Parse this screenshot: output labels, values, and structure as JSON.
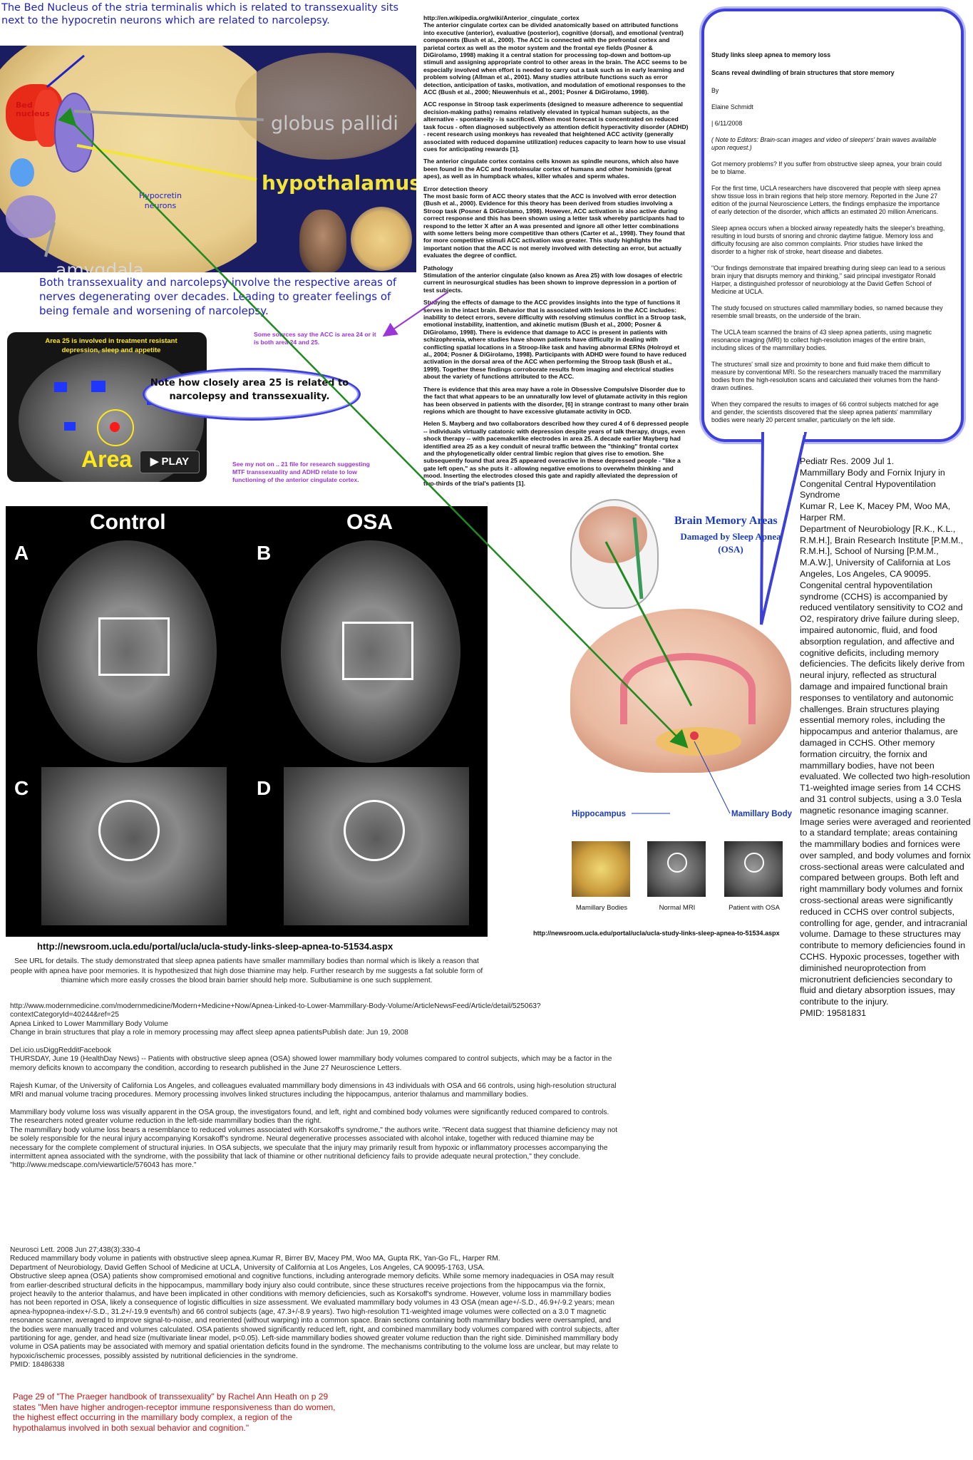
{
  "top_left": {
    "header_line1": "The Bed Nucleus of the stria terminalis which is related to transsexuality sits",
    "header_line2": "next to the hypocretin neurons which are related to narcolepsy.",
    "labels": {
      "bed_nucleus": "Bed nucleus",
      "globus_pallidus": "globus pallidi",
      "hypothalamus": "hypothalamus",
      "hypocretin": "Hypocretin neurons",
      "amygdala": "amygdala"
    },
    "caption": "Both transsexuality and narcolepsy involve the respective areas of nerves degenerating over decades. Leading to greater feelings of being female and worsening of narcolepsy."
  },
  "area25": {
    "title": "Area 25 is involved in treatment resistant depression, sleep and appetite",
    "overlay_text": "Area",
    "play_label": "PLAY",
    "bubble": "Note how closely area 25 is related to narcolepsy and transsexuality.",
    "purple_note1": "Some sources say the ACC is area 24 or it is both area 24 and 25.",
    "purple_note2": "See my not on .. 21 file for research suggesting MTF transsexuality and ADHD relate to low functioning of the anterior cingulate cortex."
  },
  "wiki": {
    "url": "http://en.wikipedia.org/wiki/Anterior_cingulate_cortex",
    "paragraphs": [
      "The anterior cingulate cortex can be divided anatomically based on attributed functions into executive (anterior), evaluative (posterior), cognitive (dorsal), and emotional (ventral) components (Bush et al., 2000). The ACC is connected with the prefrontal cortex and parietal cortex as well as the motor system and the frontal eye fields (Posner & DiGirolamo, 1998) making it a central station for processing top-down and bottom-up stimuli and assigning appropriate control to other areas in the brain. The ACC seems to be especially involved when effort is needed to carry out a task such as in early learning and problem solving (Allman et al., 2001). Many studies attribute functions such as error detection, anticipation of tasks, motivation, and modulation of emotional responses to the ACC (Bush et al., 2000; Nieuwenhuis et al., 2001; Posner & DiGirolamo, 1998).",
      "ACC response in Stroop task experiments (designed to measure adherence to sequential decision-making paths) remains relatively elevated in typical human subjects, as the alternative - spontaneity - is sacrificed. When most forecast is concentrated on reduced task focus - often diagnosed subjectively as attention deficit hyperactivity disorder (ADHD) - recent research using monkeys has revealed that heightened ACC activity (generally associated with reduced dopamine utilization) reduces capacity to learn how to use visual cues for anticipating rewards [1].",
      "The anterior cingulate cortex contains cells known as spindle neurons, which also have been found in the ACC and frontoinsular cortex of humans and other hominids (great apes), as well as in humpback whales, killer whales and sperm whales.",
      "Error detection theory\nThe most basic form of ACC theory states that the ACC is involved with error detection (Bush et al., 2000). Evidence for this theory has been derived from studies involving a Stroop task (Posner & DiGirolamo, 1998). However, ACC activation is also active during correct response and this has been shown using a letter task whereby participants had to respond to the letter X after an A was presented and ignore all other letter combinations with some letters being more competitive than others (Carter et al., 1998). They found that for more competitive stimuli ACC activation was greater. This study highlights the important notion that the ACC is not merely involved with detecting an error, but actually evaluates the degree of conflict.",
      "Pathology\nStimulation of the anterior cingulate (also known as Area 25) with low dosages of electric current in neurosurgical studies has been shown to improve depression in a portion of test subjects.",
      "Studying the effects of damage to the ACC provides insights into the type of functions it serves in the intact brain. Behavior that is associated with lesions in the ACC includes: inability to detect errors, severe difficulty with resolving stimulus conflict in a Stroop task, emotional instability, inattention, and akinetic mutism (Bush et al., 2000; Posner & DiGirolamo, 1998). There is evidence that damage to ACC is present in patients with schizophrenia, where studies have shown patients have difficulty in dealing with conflicting spatial locations in a Stroop-like task and having abnormal ERNs (Holroyd et al., 2004; Posner & DiGirolamo, 1998). Participants with ADHD were found to have reduced activation in the dorsal area of the ACC when performing the Stroop task (Bush et al., 1999). Together these findings corroborate results from imaging and electrical studies about the variety of functions attributed to the ACC.",
      "There is evidence that this area may have a role in Obsessive Compulsive Disorder due to the fact that what appears to be an unnaturally low level of glutamate activity in this region has been observed in patients with the disorder, [6] in strange contrast to many other brain regions which are thought to have excessive glutamate activity in OCD.",
      "Helen S. Mayberg and two collaborators described how they cured 4 of 6 depressed people -- individuals virtually catatonic with depression despite years of talk therapy, drugs, even shock therapy -- with pacemakerlike electrodes in area 25. A decade earlier Mayberg had identified area 25 as a key conduit of neural traffic between the \"thinking\" frontal cortex and the phylogenetically older central limbic region that gives rise to emotion. She subsequently found that area 25 appeared overactive in these depressed people - \"like a gate left open,\" as she puts it - allowing negative emotions to overwhelm thinking and mood. Inserting the electrodes closed this gate and rapidly alleviated the depression of two-thirds of the trial's patients [1]."
    ]
  },
  "callout": {
    "title": "Study links sleep apnea to memory loss",
    "subtitle": "Scans reveal dwindling of brain structures that store memory",
    "by": "By",
    "author": "Elaine Schmidt",
    "date": "| 6/11/2008",
    "note": "( Note to Editors: Brain-scan images and video of sleepers' brain waves available upon request.)",
    "paragraphs": [
      "Got memory problems? If you suffer from obstructive sleep apnea, your brain could be to blame.",
      "For the first time, UCLA researchers have discovered that people with sleep apnea show tissue loss in brain regions that help store memory. Reported in the June 27 edition of the journal Neuroscience Letters, the findings emphasize the importance of early detection of the disorder, which afflicts an estimated 20 million Americans.",
      "Sleep apnea occurs when a blocked airway repeatedly halts the sleeper's breathing, resulting in loud bursts of snoring and chronic daytime fatigue. Memory loss and difficulty focusing are also common complaints. Prior studies have linked the disorder to a higher risk of stroke, heart disease and diabetes.",
      "\"Our findings demonstrate that impaired breathing during sleep can lead to a serious brain injury that disrupts memory and thinking,\" said principal investigator Ronald Harper, a distinguished professor of neurobiology at the David Geffen School of Medicine at UCLA.",
      "The study focused on structures called mammillary bodies, so named because they resemble small breasts, on the underside of the brain.",
      "The UCLA team scanned the brains of 43 sleep apnea patients, using magnetic resonance imaging   (MRI)   to collect high-resolution images of the entire brain, including slices of the mammillary bodies.",
      "The structures' small size and proximity to bone and fluid make them difficult to measure by conventional MRI. So the researchers manually traced the mammillary bodies from the high-resolution scans and calculated their volumes from the hand-drawn outlines.",
      "When they compared the results to images of 66 control subjects matched for age and gender, the scientists discovered that the sleep apnea patients' mammillary bodies were nearly 20 percent smaller, particularly on the left side."
    ]
  },
  "mri_figure": {
    "control": "Control",
    "osa": "OSA",
    "panel_a": "A",
    "panel_b": "B",
    "panel_c": "C",
    "panel_d": "D"
  },
  "left_url": "http://newsroom.ucla.edu/portal/ucla/ucla-study-links-sleep-apnea-to-51534.aspx",
  "left_caption": "See URL for details. The study demonstrated that sleep apnea patients have smaller mammillary bodies than normal which is likely a reason that people with apnea have poor memories. It is hypothesized that high dose thiamine may help. Further research by me suggests a fat soluble form of thiamine which more easily crosses the blood brain barrier should help more. Sulbutiamine is one such supplement.",
  "right_figure": {
    "title": "Brain  Memory Areas",
    "subtitle": "Damaged by Sleep Apnea (OSA)",
    "hippocampus": "Hippocampus",
    "mamillary": "Mamillary Body",
    "thumb1": "Mamillary Bodies",
    "thumb2": "Normal MRI",
    "thumb3": "Patient with OSA",
    "url": "http://newsroom.ucla.edu/portal/ucla/ucla-study-links-sleep-apnea-to-51534.aspx"
  },
  "pediatr": {
    "text": "Pediatr Res. 2009 Jul 1.\nMammillary Body and Fornix Injury in Congenital Central Hypoventilation Syndrome\nKumar R, Lee K, Macey PM, Woo MA, Harper RM.\nDepartment of Neurobiology [R.K., K.L., R.M.H.], Brain Research Institute [P.M.M., R.M.H.], School of Nursing [P.M.M., M.A.W.], University of California at Los Angeles, Los Angeles, CA 90095.\nCongenital central hypoventilation syndrome (CCHS) is accompanied by reduced ventilatory sensitivity to CO2 and O2, respiratory drive failure during sleep, impaired autonomic, fluid, and food absorption regulation, and affective and cognitive deficits, including memory deficiencies. The deficits likely derive from neural injury, reflected as structural damage and impaired functional brain responses to ventilatory and autonomic challenges. Brain structures playing essential memory roles, including the hippocampus and anterior thalamus, are damaged in CCHS. Other memory formation circuitry, the fornix and mammillary bodies, have not been evaluated. We collected two high-resolution T1-weighted image series from 14 CCHS and 31 control subjects, using a 3.0 Tesla magnetic resonance imaging scanner. Image series were averaged and reoriented to a standard template; areas containing the mammillary bodies and fornices were over sampled, and body volumes and fornix cross-sectional areas were calculated and compared between groups. Both left and right mammillary body volumes and fornix cross-sectional areas were significantly reduced in CCHS over control subjects, controlling for age, gender, and intracranial volume. Damage to these structures may contribute to memory deficiencies found in CCHS. Hypoxic processes, together with diminished neuroprotection from micronutrient deficiencies secondary to fluid and dietary absorption issues, may contribute to the injury.\nPMID: 19581831"
  },
  "modern_medicine": {
    "text": "http://www.modernmedicine.com/modernmedicine/Modern+Medicine+Now/Apnea-Linked-to-Lower-Mammillary-Body-Volume/ArticleNewsFeed/Article/detail/525063?contextCategoryId=40244&ref=25\nApnea Linked to Lower Mammillary Body Volume\nChange in brain structures that play a role in memory processing may affect sleep apnea patientsPublish date: Jun 19, 2008\n\nDel.icio.usDiggRedditFacebook\nTHURSDAY, June 19 (HealthDay News) -- Patients with obstructive sleep apnea (OSA) showed lower mammillary body volumes compared to control subjects, which may be a factor in the memory deficits known to accompany the condition, according to research published in the June 27 Neuroscience Letters.\n\nRajesh Kumar, of the University of California Los Angeles, and colleagues evaluated mammillary body dimensions in 43 individuals with OSA and 66 controls, using high-resolution structural MRI and manual volume tracing procedures. Memory processing involves linked structures including the hippocampus, anterior thalamus and mammillary bodies.\n\nMammillary body volume loss was visually apparent in the OSA group, the investigators found, and left, right and combined body volumes were significantly reduced compared to controls. The researchers noted greater volume reduction in the left-side mammillary bodies than the right.\nThe mammillary body volume loss bears a resemblance to reduced volumes associated with Korsakoff's syndrome,\" the authors write. \"Recent data suggest that thiamine deficiency may not be solely responsible for the neural injury accompanying Korsakoff's syndrome. Neural degenerative processes associated with alcohol intake, together with reduced thiamine may be necessary for the complete complement of structural injuries. In OSA subjects, we speculate that the injury may primarily result from hypoxic or inflammatory processes accompanying the intermittent apnea associated with the syndrome, with the possibility that lack of thiamine or other nutritional deficiency fails to provide adequate neural protection,\" they conclude.\n\"http://www.medscape.com/viewarticle/576043 has more.\""
  },
  "neurosci": {
    "text": "Neurosci Lett. 2008 Jun 27;438(3):330-4\nReduced mammillary body volume in patients with obstructive sleep apnea.Kumar R, Birrer BV, Macey PM, Woo MA, Gupta RK, Yan-Go FL, Harper RM.\nDepartment of Neurobiology, David Geffen School of Medicine at UCLA, University of California at Los Angeles, Los Angeles, CA 90095-1763, USA.\nObstructive sleep apnea (OSA) patients show compromised emotional and cognitive functions, including anterograde memory deficits. While some memory inadequacies in OSA may result from earlier-described structural deficits in the hippocampus, mammillary body injury also could contribute, since these structures receive projections from the hippocampus via the fornix, project heavily to the anterior thalamus, and have been implicated in other conditions with memory deficiencies, such as Korsakoff's syndrome. However, volume loss in mammillary bodies has not been reported in OSA, likely a consequence of logistic difficulties in size assessment. We evaluated mammillary body volumes in 43 OSA (mean age+/-S.D., 46.9+/-9.2 years; mean apnea-hypopnea-index+/-S.D., 31.2+/-19.9 events/h) and 66 control subjects (age, 47.3+/-8.9 years). Two high-resolution T1-weighted image volumes were collected on a 3.0 T magnetic resonance scanner, averaged to improve signal-to-noise, and reoriented (without warping) into a common space. Brain sections containing both mammillary bodies were oversampled, and the bodies were manually traced and volumes calculated. OSA patients showed significantly reduced left, right, and combined mammillary body volumes compared with control subjects, after partitioning for age, gender, and head size (multivariate linear model, p<0.05). Left-side mammillary bodies showed greater volume reduction than the right side. Diminished mammillary body volume in OSA patients may be associated with memory and spatial orientation deficits found in the syndrome. The mechanisms contributing to the volume loss are unclear, but may relate to hypoxic/ischemic processes, possibly assisted by nutritional deficiencies in the syndrome.\nPMID: 18486338"
  },
  "praeger": {
    "text": "Page 29 of \"The Praeger handbook of transsexuality\" by Rachel Ann Heath on p 29 states \"Men have higher androgen-receptor immune responsiveness than do women, the highest effect occurring in the mamillary body complex, a region of the hypothalamus involved in both sexual behavior and cognition.\""
  },
  "colors": {
    "hand_blue": "#1e22c9",
    "callout_border": "#3c3fd8",
    "arrow_green": "#1f8a1f",
    "purple": "#9b35d8",
    "praeger_red": "#c01818",
    "figure_blue": "#1a3ac0"
  }
}
